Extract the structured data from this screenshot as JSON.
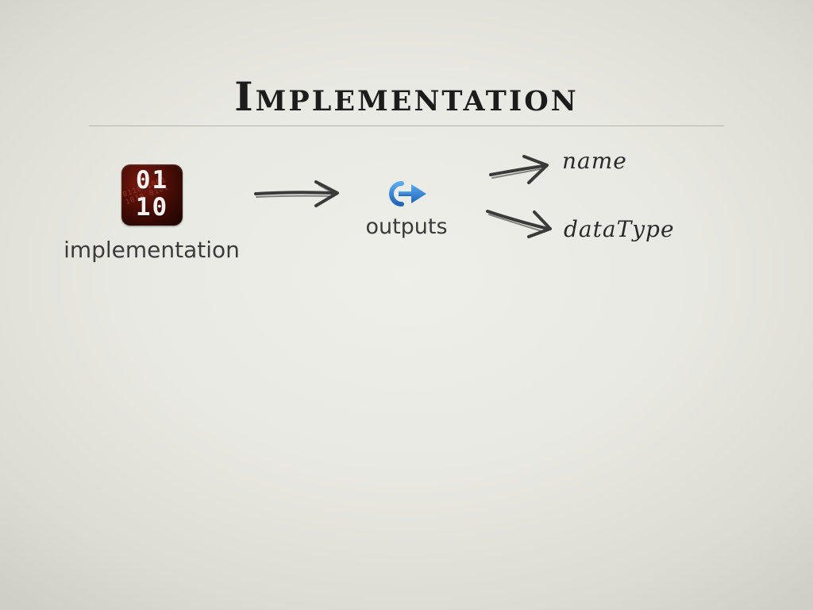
{
  "slide": {
    "title": "Implementation"
  },
  "diagram": {
    "source": {
      "icon": "binary-0110-icon",
      "icon_text": "01\n10",
      "label": "implementation"
    },
    "middle": {
      "icon": "blue-output-arrow-icon",
      "label": "outputs"
    },
    "fields": [
      {
        "label": "name"
      },
      {
        "label": "dataType"
      }
    ]
  },
  "colors": {
    "background": "#e9e9e3",
    "title": "#1c1c1c",
    "label": "#3b3b3b",
    "arrow": "#3a3a3a",
    "icon_red": "#7a1a0f",
    "icon_blue": "#2f7fd0"
  }
}
